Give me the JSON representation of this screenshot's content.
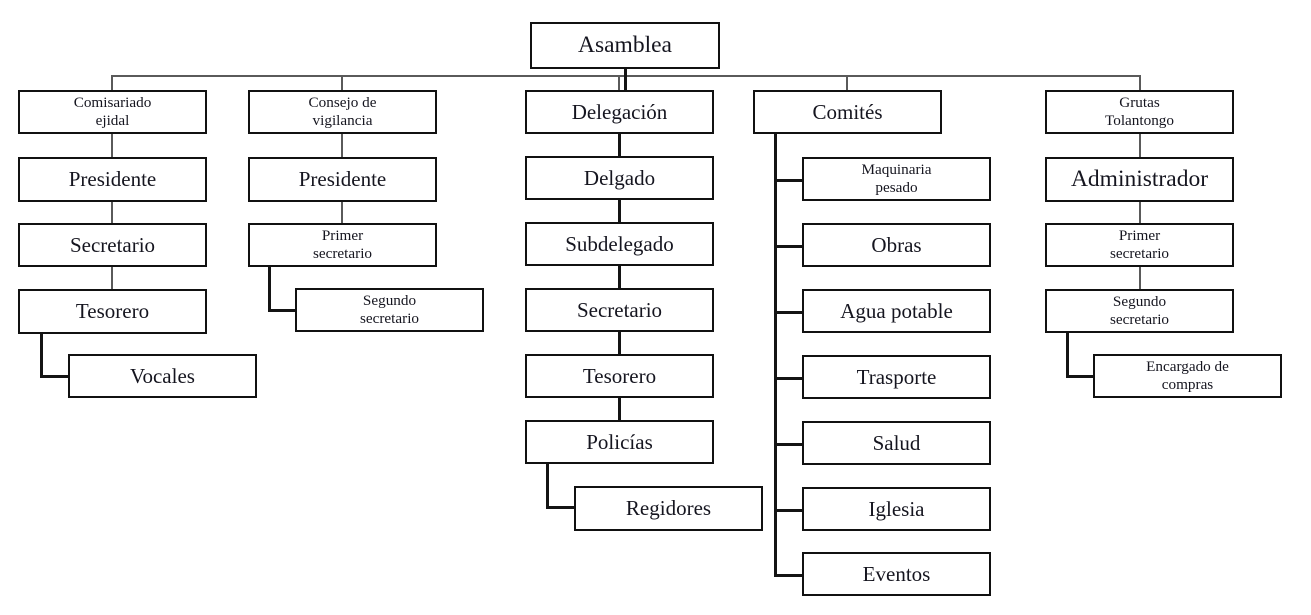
{
  "diagram": {
    "title": "Asamblea",
    "background": "#ffffff",
    "box_border_color": "#111111",
    "connector_color": "#5a5a5a",
    "connector_dark_color": "#141414",
    "text_color": "#15151f"
  },
  "root": {
    "label": "Asamblea"
  },
  "columns": [
    {
      "id": "comisariado",
      "head": "Comisariado\nejidal",
      "nodes": [
        {
          "label": "Comisariado\nejidal"
        },
        {
          "label": "Presidente"
        },
        {
          "label": "Secretario"
        },
        {
          "label": "Tesorero"
        },
        {
          "label": "Vocales"
        }
      ]
    },
    {
      "id": "consejo",
      "head": "Consejo de\nvigilancia",
      "nodes": [
        {
          "label": "Consejo de\nvigilancia"
        },
        {
          "label": "Presidente"
        },
        {
          "label": "Primer\nsecretario"
        },
        {
          "label": "Segundo\nsecretario"
        }
      ]
    },
    {
      "id": "delegacion",
      "head": "Delegación",
      "nodes": [
        {
          "label": "Delegación"
        },
        {
          "label": "Delgado"
        },
        {
          "label": "Subdelegado"
        },
        {
          "label": "Secretario"
        },
        {
          "label": "Tesorero"
        },
        {
          "label": "Policías"
        },
        {
          "label": "Regidores"
        }
      ]
    },
    {
      "id": "comites",
      "head": "Comités",
      "nodes": [
        {
          "label": "Comités"
        },
        {
          "label": "Maquinaria\npesado"
        },
        {
          "label": "Obras"
        },
        {
          "label": "Agua potable"
        },
        {
          "label": "Trasporte"
        },
        {
          "label": "Salud"
        },
        {
          "label": "Iglesia"
        },
        {
          "label": "Eventos"
        }
      ]
    },
    {
      "id": "grutas",
      "head": "Grutas\nTolantongo",
      "nodes": [
        {
          "label": "Grutas\nTolantongo"
        },
        {
          "label": "Administrador"
        },
        {
          "label": "Primer\nsecretario"
        },
        {
          "label": "Segundo\nsecretario"
        },
        {
          "label": "Encargado de\ncompras"
        }
      ]
    }
  ],
  "boxes": {
    "root": {
      "label": "Asamblea"
    },
    "c1_head": {
      "label": "Comisariado\nejidal"
    },
    "c1_presidente": {
      "label": "Presidente"
    },
    "c1_secretario": {
      "label": "Secretario"
    },
    "c1_tesorero": {
      "label": "Tesorero"
    },
    "c1_vocales": {
      "label": "Vocales"
    },
    "c2_head": {
      "label": "Consejo de\nvigilancia"
    },
    "c2_presidente": {
      "label": "Presidente"
    },
    "c2_primer": {
      "label": "Primer\nsecretario"
    },
    "c2_segundo": {
      "label": "Segundo\nsecretario"
    },
    "c3_head": {
      "label": "Delegación"
    },
    "c3_delgado": {
      "label": "Delgado"
    },
    "c3_subdelegado": {
      "label": "Subdelegado"
    },
    "c3_secretario": {
      "label": "Secretario"
    },
    "c3_tesorero": {
      "label": "Tesorero"
    },
    "c3_policias": {
      "label": "Policías"
    },
    "c3_regidores": {
      "label": "Regidores"
    },
    "c4_head": {
      "label": "Comités"
    },
    "c4_maquinaria": {
      "label": "Maquinaria\npesado"
    },
    "c4_obras": {
      "label": "Obras"
    },
    "c4_agua": {
      "label": "Agua potable"
    },
    "c4_trasporte": {
      "label": "Trasporte"
    },
    "c4_salud": {
      "label": "Salud"
    },
    "c4_iglesia": {
      "label": "Iglesia"
    },
    "c4_eventos": {
      "label": "Eventos"
    },
    "c5_head": {
      "label": "Grutas\nTolantongo"
    },
    "c5_administrador": {
      "label": "Administrador"
    },
    "c5_primer": {
      "label": "Primer\nsecretario"
    },
    "c5_segundo": {
      "label": "Segundo\nsecretario"
    },
    "c5_encargado": {
      "label": "Encargado de\ncompras"
    }
  }
}
